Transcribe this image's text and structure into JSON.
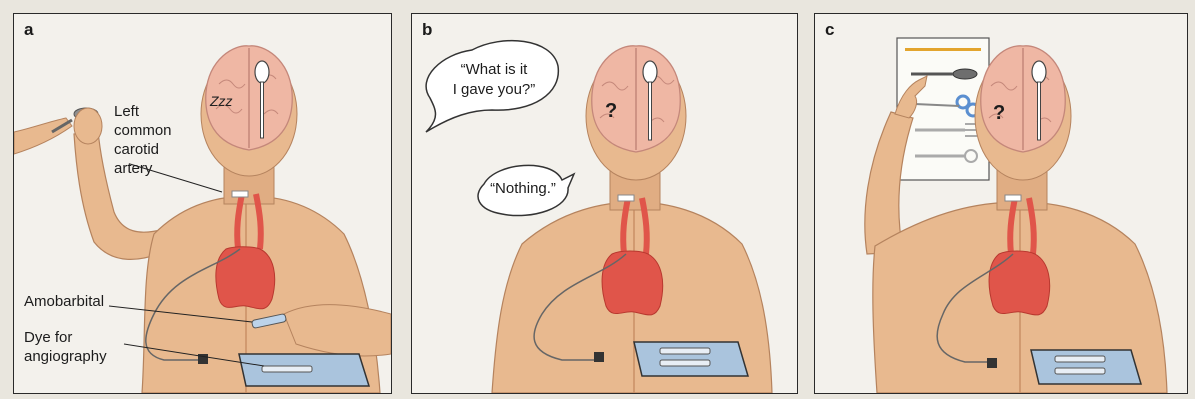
{
  "panels": {
    "a": {
      "letter": "a",
      "labels": {
        "artery_line1": "Left",
        "artery_line2": "common",
        "artery_line3": "carotid",
        "artery_line4": "artery",
        "drug": "Amobarbital",
        "dye_line1": "Dye for",
        "dye_line2": "angiography"
      },
      "sleep_symbol": "Zzz"
    },
    "b": {
      "letter": "b",
      "speech_question_line1": "“What is it",
      "speech_question_line2": "I gave you?”",
      "speech_answer": "“Nothing.”",
      "brain_mark": "?"
    },
    "c": {
      "letter": "c",
      "brain_mark": "?"
    }
  },
  "colors": {
    "skin": "#e8b98f",
    "skin_shadow": "#c98f66",
    "heart": "#e0554a",
    "brain": "#efb7a4",
    "panel_bg": "#f3f1ec",
    "tray": "#aac4dd",
    "scissors": "#5b8fd0",
    "pencil": "#e3a52e"
  }
}
